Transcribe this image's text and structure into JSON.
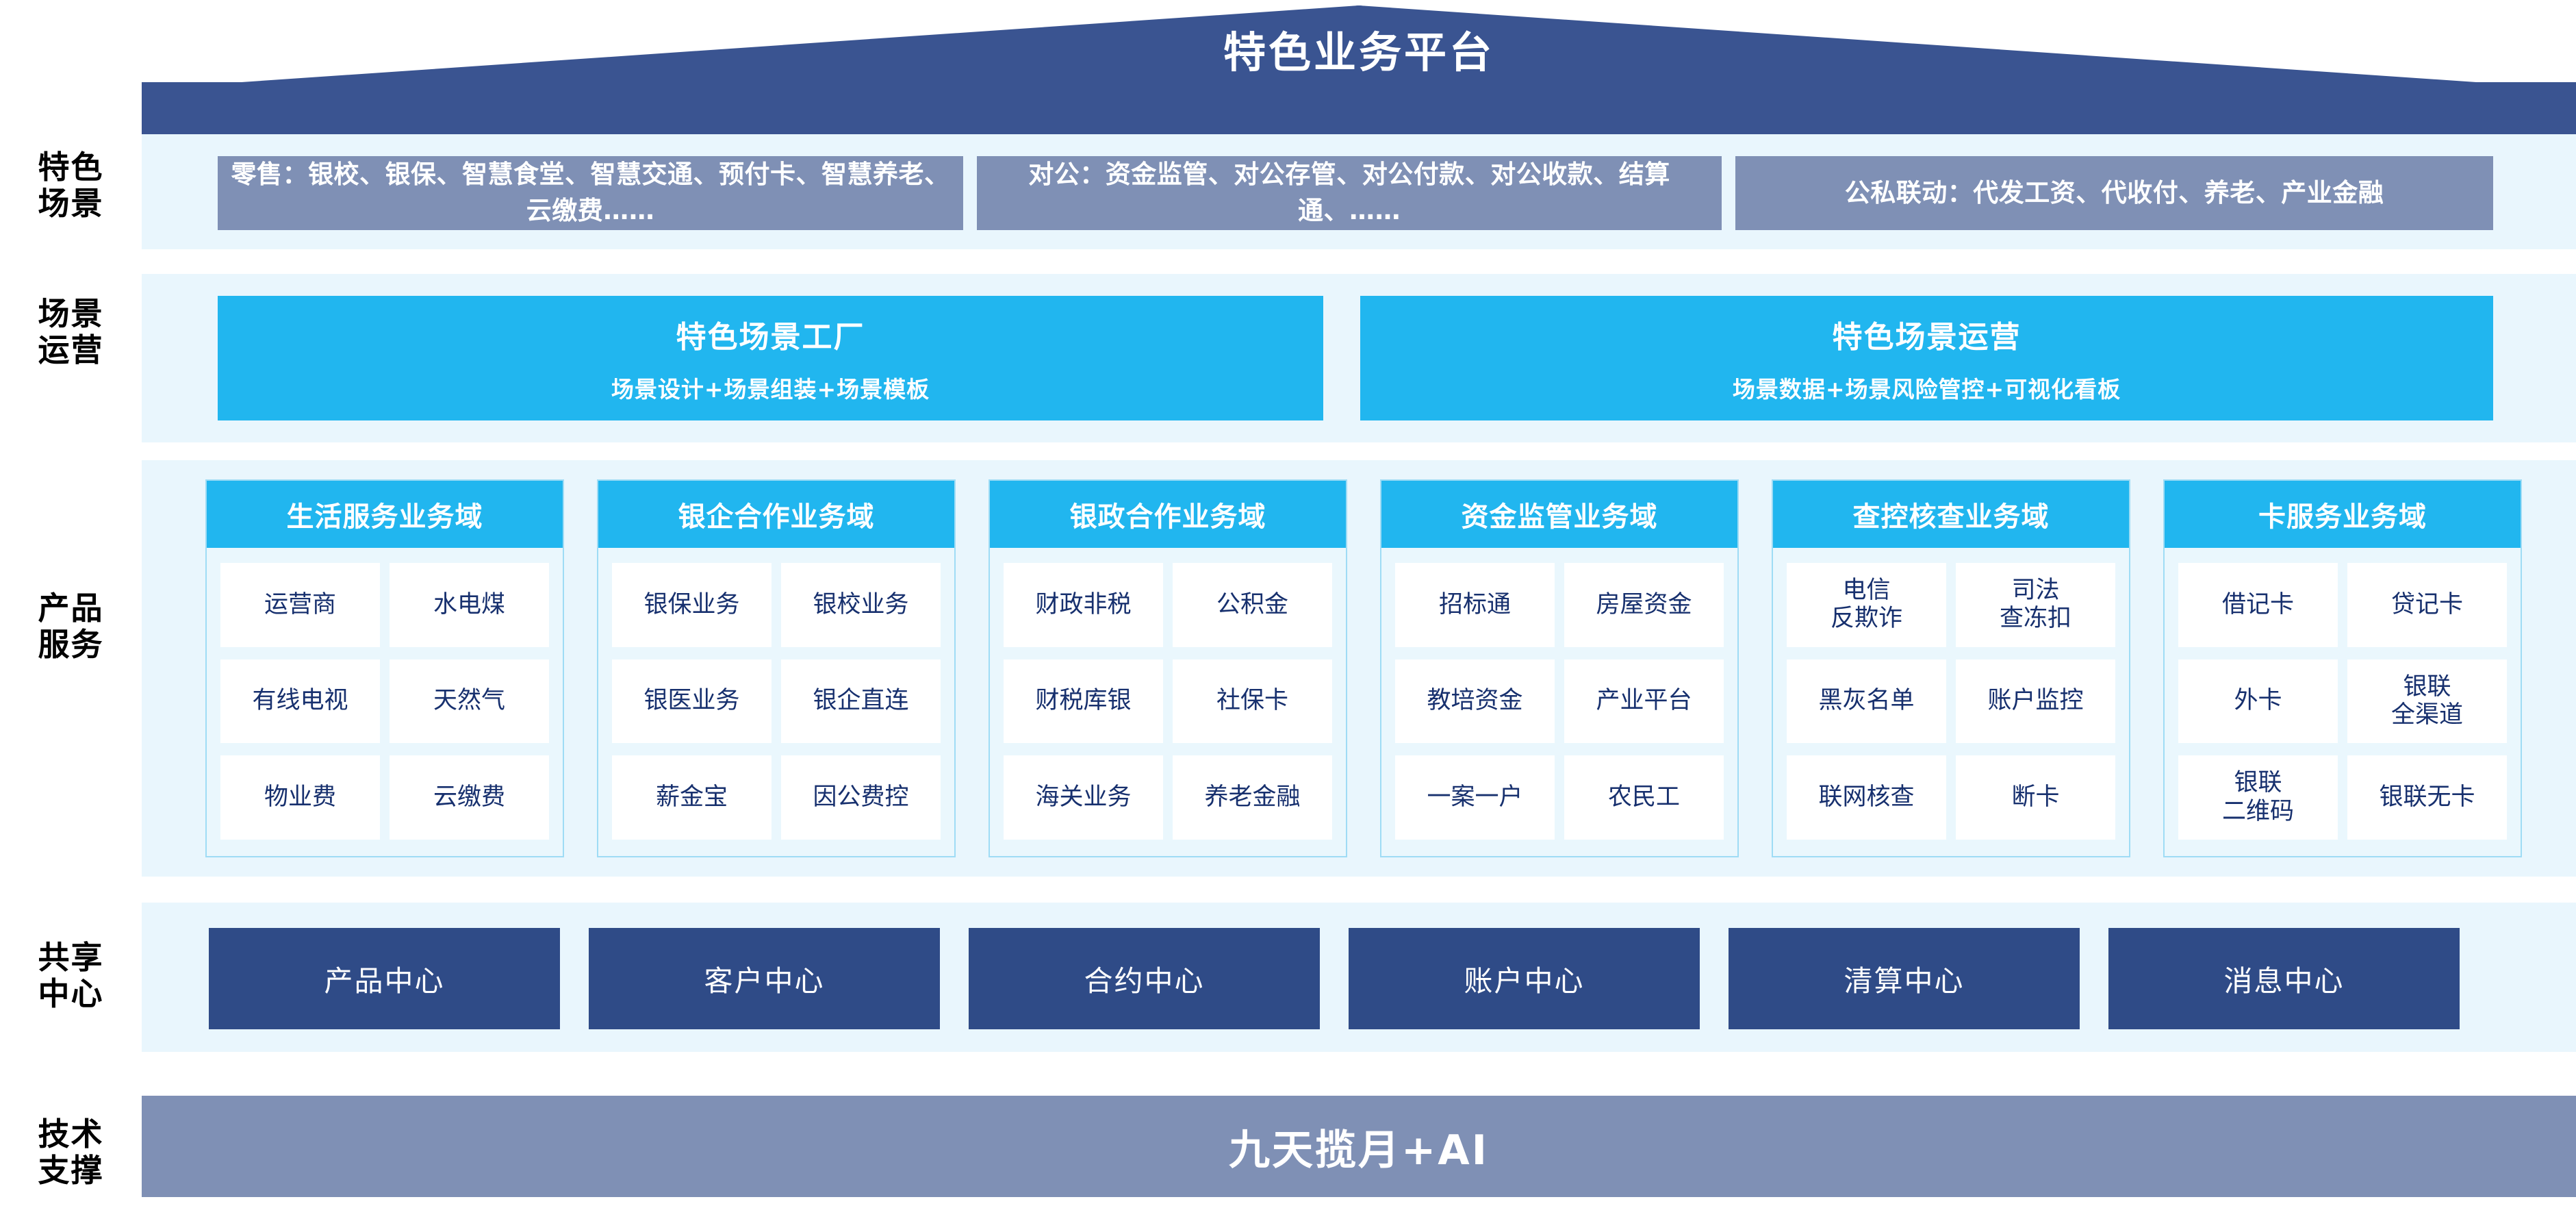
{
  "header": {
    "title": "特色业务平台",
    "roof_color": "#3a5491"
  },
  "palette": {
    "panel_bg": "#e9f6fd",
    "scene_box": "#7f90b5",
    "cyan": "#21b6ef",
    "navy": "#2f4b87",
    "chip_text": "#17306e"
  },
  "rows": {
    "scenes": {
      "label": "特色\n场景",
      "boxes": [
        {
          "text": "零售：银校、银保、智慧食堂、智慧交通、预付卡、智慧养老、云缴费……"
        },
        {
          "text": "对公：资金监管、对公存管、对公付款、对公收款、结算通、……"
        },
        {
          "text": "公私联动：代发工资、代收付、养老、产业金融"
        }
      ]
    },
    "operations": {
      "label": "场景\n运营",
      "boxes": [
        {
          "title": "特色场景工厂",
          "subtitle": "场景设计+场景组装+场景模板"
        },
        {
          "title": "特色场景运营",
          "subtitle": "场景数据+场景风险管控+可视化看板"
        }
      ]
    },
    "products": {
      "label": "产品\n服务",
      "columns": [
        {
          "header": "生活服务业务域",
          "items": [
            "运营商",
            "水电煤",
            "有线电视",
            "天然气",
            "物业费",
            "云缴费"
          ]
        },
        {
          "header": "银企合作业务域",
          "items": [
            "银保业务",
            "银校业务",
            "银医业务",
            "银企直连",
            "薪金宝",
            "因公费控"
          ]
        },
        {
          "header": "银政合作业务域",
          "items": [
            "财政非税",
            "公积金",
            "财税库银",
            "社保卡",
            "海关业务",
            "养老金融"
          ]
        },
        {
          "header": "资金监管业务域",
          "items": [
            "招标通",
            "房屋资金",
            "教培资金",
            "产业平台",
            "一案一户",
            "农民工"
          ]
        },
        {
          "header": "查控核查业务域",
          "items": [
            "电信\n反欺诈",
            "司法\n查冻扣",
            "黑灰名单",
            "账户监控",
            "联网核查",
            "断卡"
          ]
        },
        {
          "header": "卡服务业务域",
          "items": [
            "借记卡",
            "贷记卡",
            "外卡",
            "银联\n全渠道",
            "银联\n二维码",
            "银联无卡"
          ]
        }
      ]
    },
    "shared_centers": {
      "label": "共享\n中心",
      "boxes": [
        "产品中心",
        "客户中心",
        "合约中心",
        "账户中心",
        "清算中心",
        "消息中心"
      ]
    },
    "tech_support": {
      "label": "技术\n支撑",
      "bar_text": "九天揽月+AI"
    }
  }
}
